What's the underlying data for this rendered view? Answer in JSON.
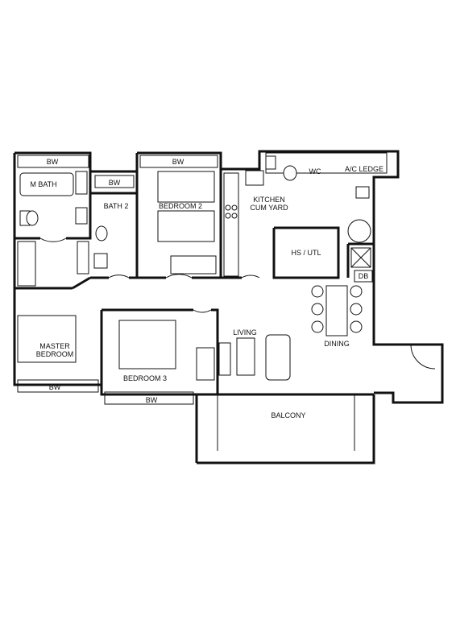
{
  "rooms": {
    "bw_master_top": "BW",
    "m_bath": "M BATH",
    "bw_bath2": "BW",
    "bath2": "BATH 2",
    "bw_bedroom2": "BW",
    "bedroom2": "BEDROOM 2",
    "wc": "WC",
    "ac_ledge": "A/C LEDGE",
    "kitchen_line1": "KITCHEN",
    "kitchen_line2": "CUM YARD",
    "hs_utl": "HS / UTL",
    "db": "DB",
    "master_line1": "MASTER",
    "master_line2": "BEDROOM",
    "bw_master_bottom": "BW",
    "bedroom3": "BEDROOM 3",
    "bw_bedroom3": "BW",
    "living": "LIVING",
    "dining": "DINING",
    "balcony": "BALCONY"
  },
  "colors": {
    "line": "#111111",
    "background": "#ffffff"
  }
}
